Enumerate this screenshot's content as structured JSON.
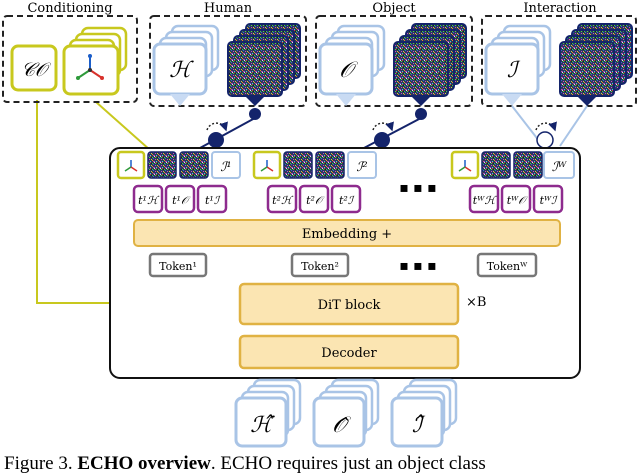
{
  "groups": {
    "conditioning": "Conditioning",
    "human": "Human",
    "object": "Object",
    "interaction": "Interaction"
  },
  "symbols": {
    "cond": "𝒞𝒪",
    "human": "ℋ",
    "object": "𝒪",
    "interaction": "ℐ",
    "human_hat": "ℋ̂",
    "object_hat": "𝒪̂",
    "interaction_hat": "ℐ̂"
  },
  "frames": [
    {
      "id": "1",
      "interaction": "ℐ¹",
      "t": [
        "t¹ℋ",
        "t¹𝒪",
        "t¹ℐ"
      ],
      "token": "Token¹"
    },
    {
      "id": "2",
      "interaction": "ℐ²",
      "t": [
        "t²ℋ",
        "t²𝒪",
        "t²ℐ"
      ],
      "token": "Token²"
    },
    {
      "id": "W",
      "interaction": "ℐᵂ",
      "t": [
        "tᵂℋ",
        "tᵂ𝒪",
        "tᵂℐ"
      ],
      "token": "Tokenᵂ"
    }
  ],
  "ellipsis": "▪ ▪ ▪",
  "blocks": {
    "embedding": "Embedding +",
    "dit": "DiT block",
    "repeat": "×B",
    "decoder": "Decoder"
  },
  "caption": {
    "prefix": "Figure 3. ",
    "bold": "ECHO overview",
    "rest": ". ECHO requires just an object class"
  },
  "colors": {
    "conditioning": "#c8c81e",
    "stack": "#a9c4e6",
    "timestep": "#8e2b8e",
    "block_fill": "#fbe5b2",
    "block_stroke": "#e0b243",
    "token": "#777777",
    "connector": "#14246b"
  }
}
